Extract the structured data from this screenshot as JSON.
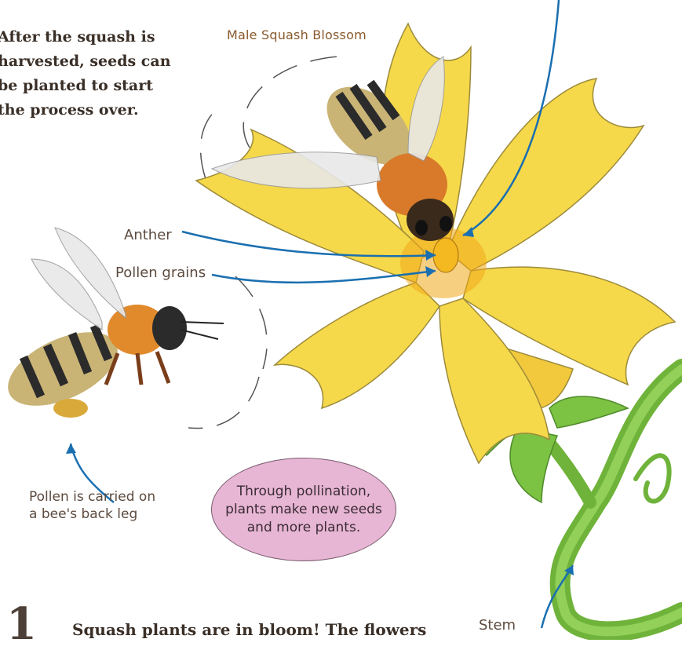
{
  "intro_text": "After the squash is\nharvested, seeds can\nbe planted to start\nthe process over.",
  "labels": {
    "blossom": "Male Squash Blossom",
    "anther": "Anther",
    "pollen_grains": "Pollen grains",
    "pollen_leg": "Pollen is carried on\na bee's back leg",
    "stem": "Stem"
  },
  "bubble_text": "Through pollination,\nplants make new seeds\nand more plants.",
  "step_number": "1",
  "bottom_text": "Squash plants are in bloom! The flowers",
  "colors": {
    "petal": "#f6d94a",
    "petal_center": "#f0a81a",
    "stem": "#7cc243",
    "arrow": "#1a6fb0",
    "bubble": "#e7b6d4"
  }
}
